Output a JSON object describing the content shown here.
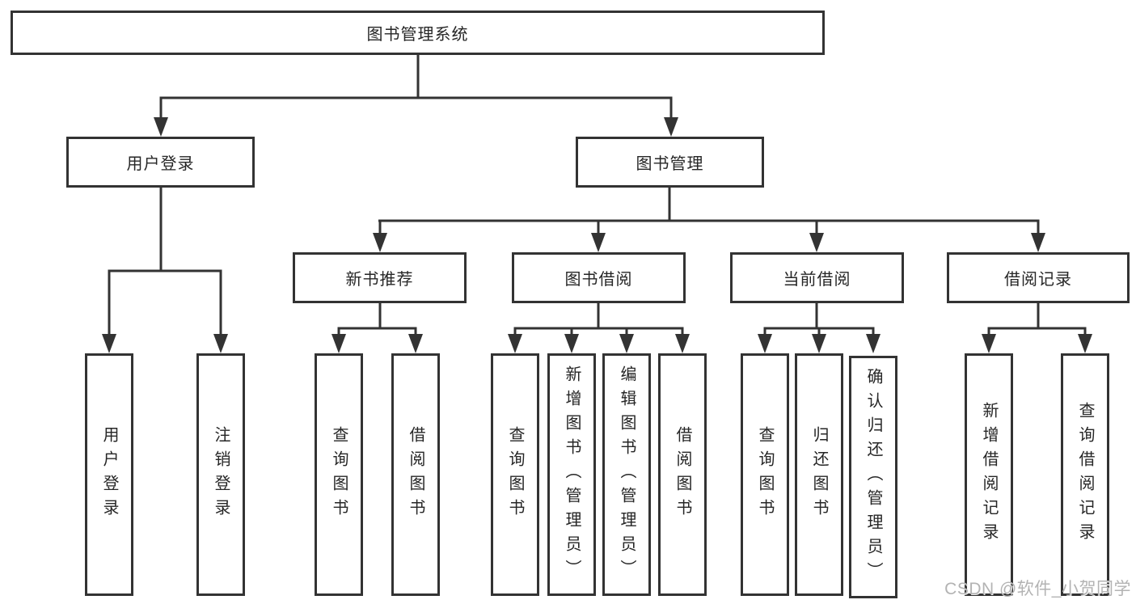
{
  "colors": {
    "line": "#333333",
    "border": "#333333",
    "text": "#262626",
    "watermark": "#b3b3b3",
    "background": "#ffffff"
  },
  "watermark": "CSDN @软件_小贺同学",
  "diagram": {
    "root": {
      "label": "图书管理系统"
    },
    "branches": [
      {
        "label": "用户登录",
        "children": [
          {
            "label": "用户登录"
          },
          {
            "label": "注销登录"
          }
        ]
      },
      {
        "label": "图书管理",
        "children": [
          {
            "label": "新书推荐",
            "children": [
              {
                "label": "查询图书"
              },
              {
                "label": "借阅图书"
              }
            ]
          },
          {
            "label": "图书借阅",
            "children": [
              {
                "label": "查询图书"
              },
              {
                "label": "新增图书（管理员）"
              },
              {
                "label": "编辑图书（管理员）"
              },
              {
                "label": "借阅图书"
              }
            ]
          },
          {
            "label": "当前借阅",
            "children": [
              {
                "label": "查询图书"
              },
              {
                "label": "归还图书"
              },
              {
                "label": "确认归还（管理员）"
              }
            ]
          },
          {
            "label": "借阅记录",
            "children": [
              {
                "label": "新增借阅记录"
              },
              {
                "label": "查询借阅记录"
              }
            ]
          }
        ]
      }
    ]
  }
}
